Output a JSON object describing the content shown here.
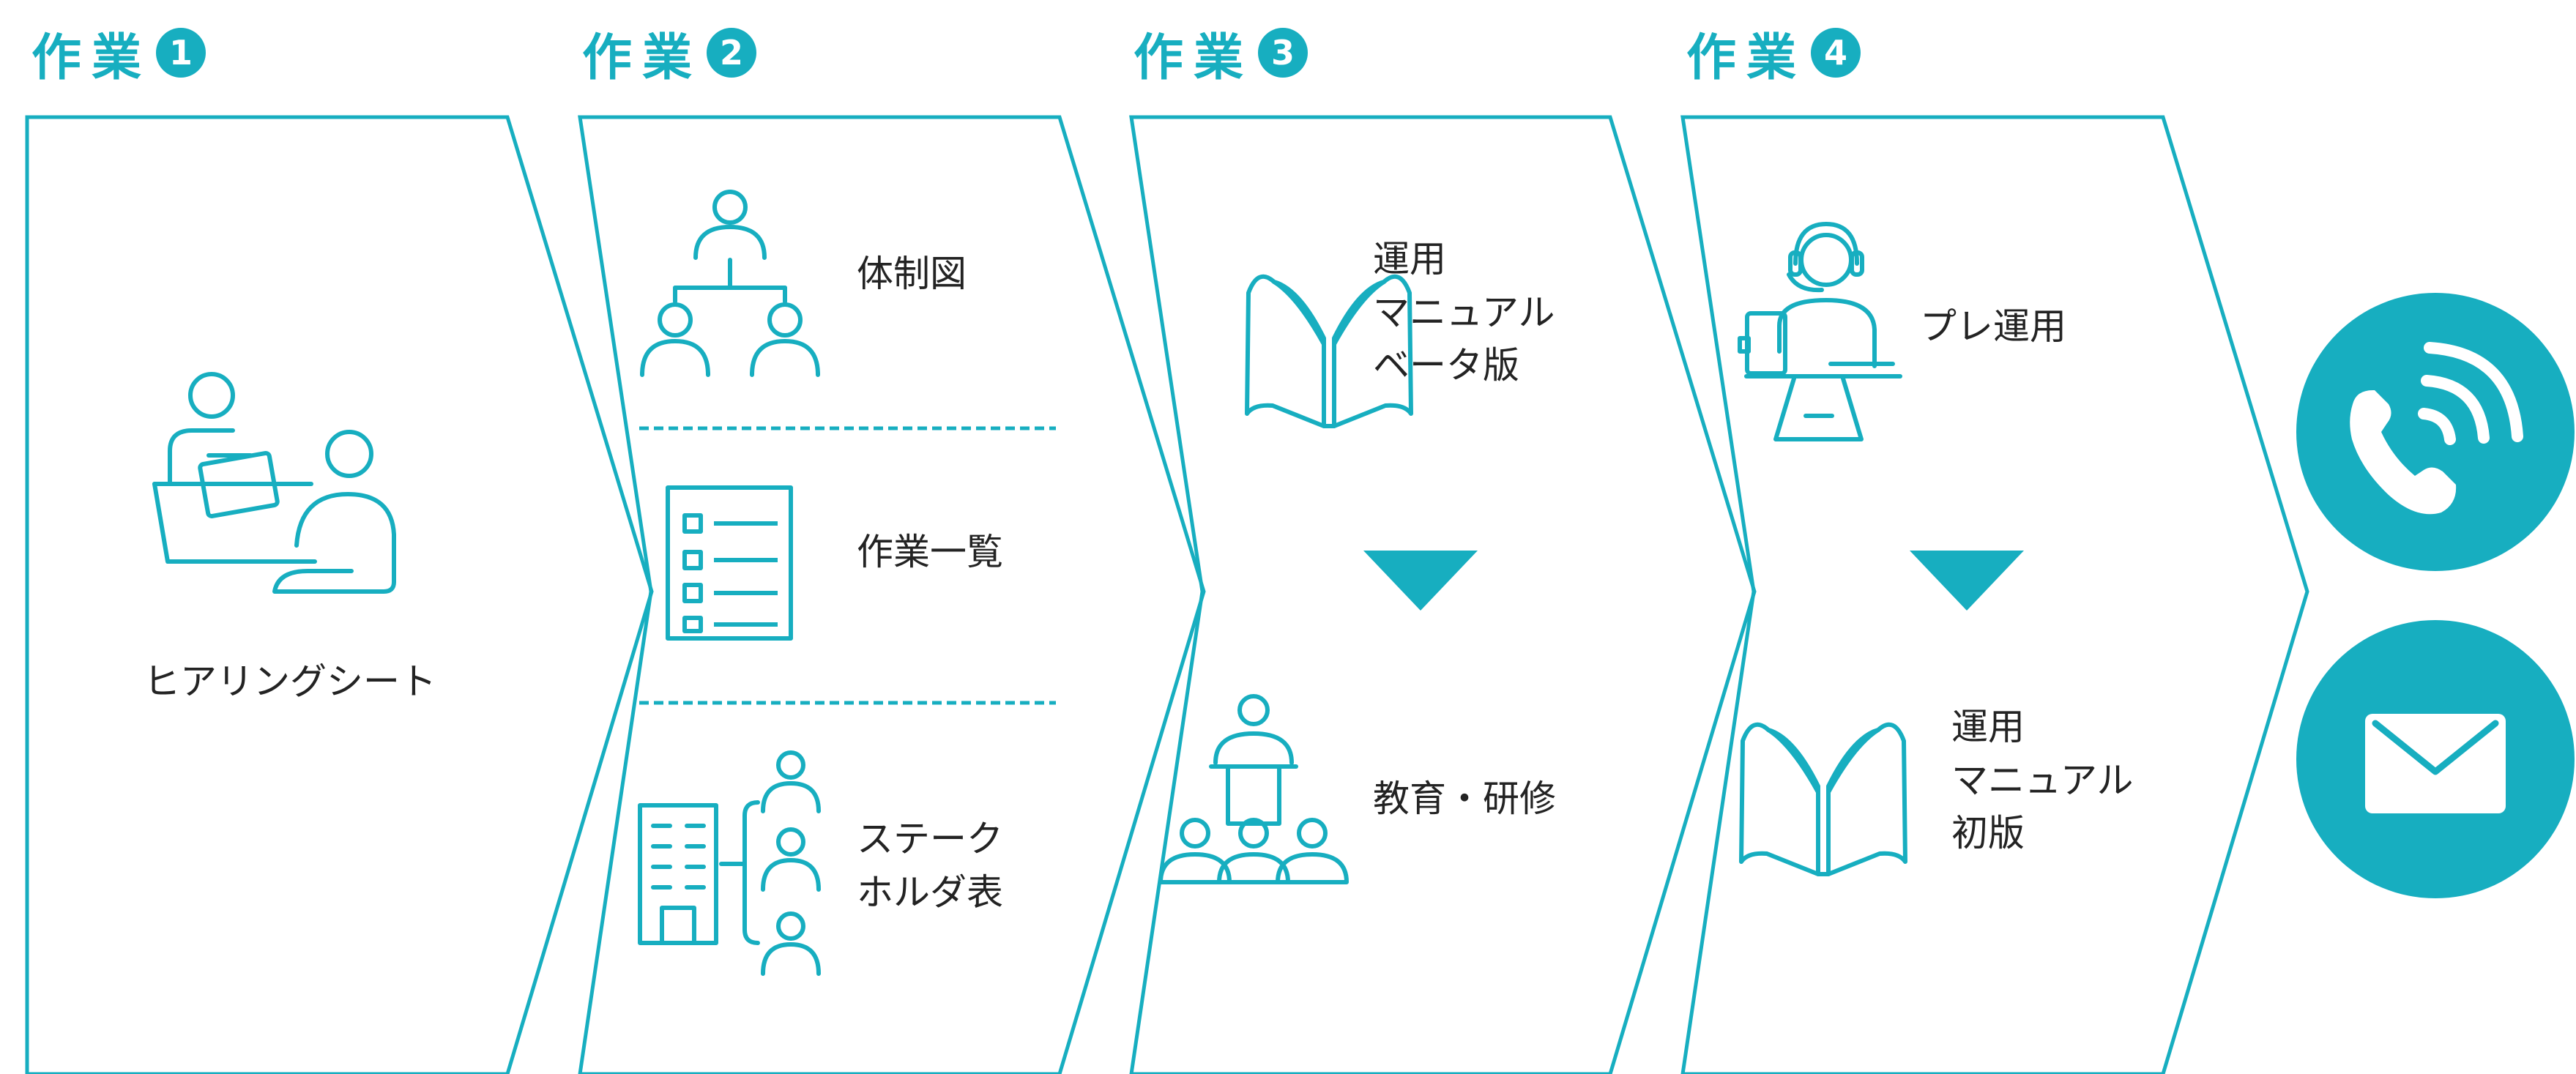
{
  "theme": {
    "accent": "#17aec0",
    "text": "#232323",
    "background": "#ffffff"
  },
  "steps": [
    {
      "label": "作業",
      "badge": "1"
    },
    {
      "label": "作業",
      "badge": "2"
    },
    {
      "label": "作業",
      "badge": "3"
    },
    {
      "label": "作業",
      "badge": "4"
    }
  ],
  "stage1": {
    "item": "ヒアリングシート",
    "icon": "hearing-meeting-icon"
  },
  "stage2": {
    "items": [
      {
        "label": "体制図",
        "icon": "org-chart-icon"
      },
      {
        "label": "作業一覧",
        "icon": "checklist-icon"
      },
      {
        "label": "ステーク\nホルダ表",
        "icon": "building-stakeholders-icon"
      }
    ]
  },
  "stage3": {
    "items": [
      {
        "label": "運用\nマニュアル\nベータ版",
        "icon": "open-book-icon"
      },
      {
        "label": "教育・研修",
        "icon": "training-lecture-icon"
      }
    ]
  },
  "stage4": {
    "items": [
      {
        "label": "プレ運用",
        "icon": "headset-operator-icon"
      },
      {
        "label": "運用\nマニュアル\n初版",
        "icon": "open-book-icon"
      }
    ]
  },
  "outputs": [
    {
      "icon": "phone-call-icon"
    },
    {
      "icon": "mail-envelope-icon"
    }
  ]
}
